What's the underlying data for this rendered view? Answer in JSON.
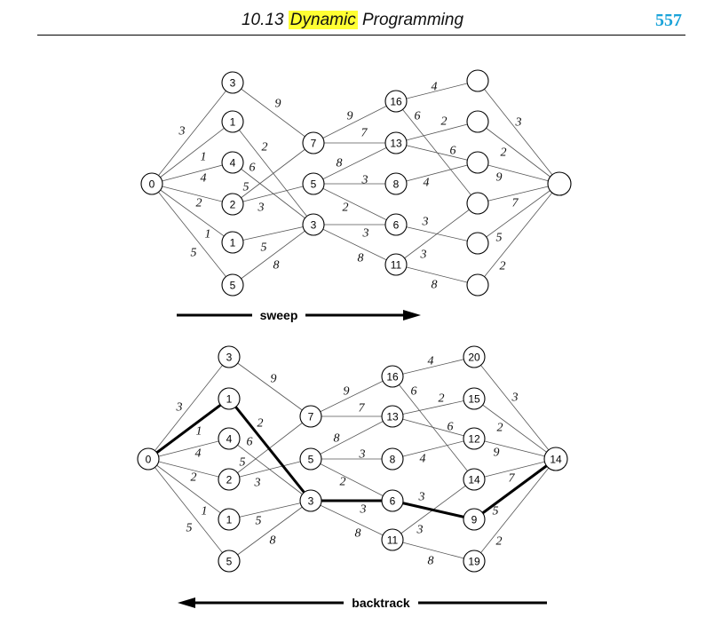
{
  "header": {
    "section": "10.13",
    "highlighted": "Dynamic",
    "rest": "Programming",
    "page_number": "557",
    "highlight_color": "#ffff33",
    "page_number_color": "#1aa3d9"
  },
  "top": {
    "nodes": {
      "s": "0",
      "a1": "3",
      "a2": "1",
      "a3": "4",
      "a4": "2",
      "a5": "1",
      "a6": "5",
      "b1": "7",
      "b2": "5",
      "b3": "3",
      "c1": "16",
      "c2": "13",
      "c3": "8",
      "c4": "6",
      "c5": "11",
      "d1": "",
      "d2": "",
      "d3": "",
      "d4": "",
      "d5": "",
      "d6": "",
      "t": ""
    },
    "arrow_label": "sweep"
  },
  "bottom": {
    "nodes": {
      "s": "0",
      "a1": "3",
      "a2": "1",
      "a3": "4",
      "a4": "2",
      "a5": "1",
      "a6": "5",
      "b1": "7",
      "b2": "5",
      "b3": "3",
      "c1": "16",
      "c2": "13",
      "c3": "8",
      "c4": "6",
      "c5": "11",
      "d1": "20",
      "d2": "15",
      "d3": "12",
      "d4": "14",
      "d5": "9",
      "d6": "19",
      "t": "14"
    },
    "arrow_label": "backtrack"
  },
  "edges": [
    {
      "from": "s",
      "to": "a1",
      "w": "3"
    },
    {
      "from": "s",
      "to": "a2",
      "w": "1"
    },
    {
      "from": "s",
      "to": "a3",
      "w": "4"
    },
    {
      "from": "s",
      "to": "a4",
      "w": "2"
    },
    {
      "from": "s",
      "to": "a5",
      "w": "1"
    },
    {
      "from": "s",
      "to": "a6",
      "w": "5"
    },
    {
      "from": "a1",
      "to": "b1",
      "w": "9"
    },
    {
      "from": "a2",
      "to": "b3",
      "w": "2"
    },
    {
      "from": "a3",
      "to": "b3",
      "w": "6"
    },
    {
      "from": "a4",
      "to": "b1",
      "w": "5"
    },
    {
      "from": "a4",
      "to": "b2",
      "w": "3"
    },
    {
      "from": "a5",
      "to": "b3",
      "w": "5"
    },
    {
      "from": "a6",
      "to": "b3",
      "w": "8"
    },
    {
      "from": "b1",
      "to": "c1",
      "w": "9"
    },
    {
      "from": "b1",
      "to": "c2",
      "w": "7"
    },
    {
      "from": "b2",
      "to": "c2",
      "w": "8"
    },
    {
      "from": "b2",
      "to": "c3",
      "w": "3"
    },
    {
      "from": "b2",
      "to": "c4",
      "w": "2"
    },
    {
      "from": "b3",
      "to": "c4",
      "w": "3"
    },
    {
      "from": "b3",
      "to": "c5",
      "w": "8"
    },
    {
      "from": "c1",
      "to": "d1",
      "w": "4"
    },
    {
      "from": "c1",
      "to": "d4",
      "w": "6"
    },
    {
      "from": "c2",
      "to": "d2",
      "w": "2"
    },
    {
      "from": "c2",
      "to": "d3",
      "w": "6"
    },
    {
      "from": "c3",
      "to": "d3",
      "w": "4"
    },
    {
      "from": "c4",
      "to": "d5",
      "w": "3"
    },
    {
      "from": "c5",
      "to": "d4",
      "w": "3"
    },
    {
      "from": "c5",
      "to": "d6",
      "w": "8"
    },
    {
      "from": "d1",
      "to": "t",
      "w": "3"
    },
    {
      "from": "d2",
      "to": "t",
      "w": "2"
    },
    {
      "from": "d3",
      "to": "t",
      "w": "9"
    },
    {
      "from": "d4",
      "to": "t",
      "w": "7"
    },
    {
      "from": "d5",
      "to": "t",
      "w": "5"
    },
    {
      "from": "d6",
      "to": "t",
      "w": "2"
    }
  ],
  "backtrack_path": [
    "s",
    "a2",
    "b3",
    "c4",
    "d5",
    "t"
  ]
}
